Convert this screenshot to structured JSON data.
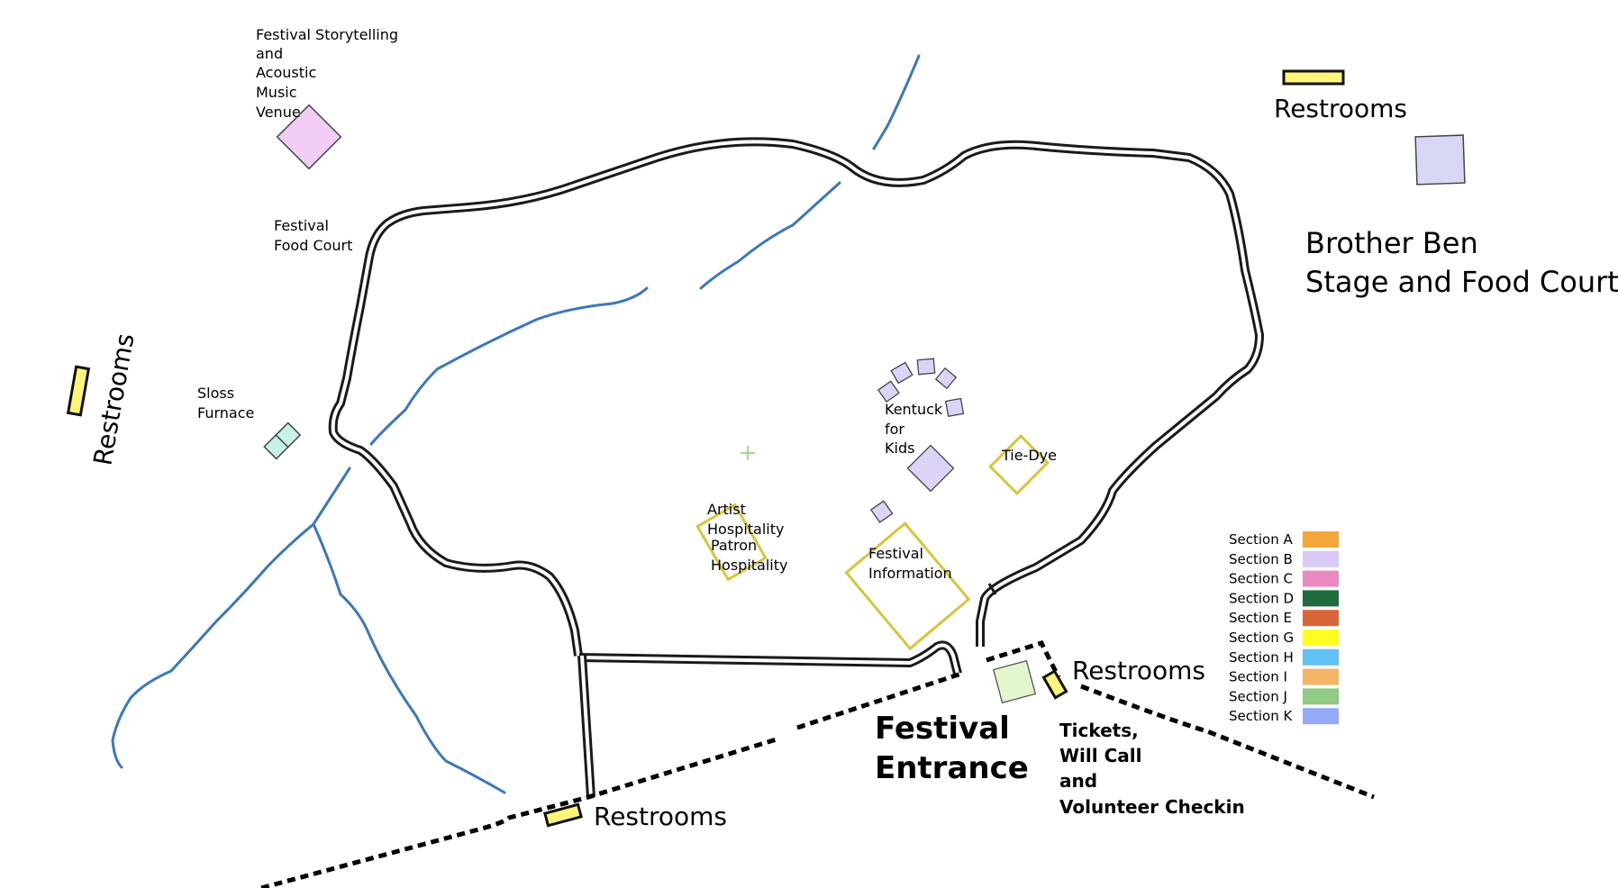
{
  "venues": {
    "storytelling": [
      "Festival Storytelling",
      "and",
      "Acoustic",
      "Music",
      "Venue"
    ],
    "food_court": [
      "Festival",
      "Food Court"
    ],
    "sloss": [
      "Sloss",
      "Furnace"
    ],
    "brother_ben": [
      "Brother Ben",
      "Stage and Food Court"
    ],
    "kentuck": [
      "Kentuck",
      "for",
      "Kids"
    ],
    "tie_dye": "Tie-Dye",
    "artist_hosp": [
      "Artist",
      "Hospitality"
    ],
    "patron_hosp": [
      "Patron",
      "Hospitality"
    ],
    "festival_info": [
      "Festival",
      "Information"
    ],
    "entrance": [
      "Festival",
      "Entrance"
    ],
    "tickets": [
      "Tickets,",
      "Will Call",
      "and",
      "Volunteer Checkin"
    ]
  },
  "restrooms": {
    "top_right": "Restrooms",
    "left": "Restrooms",
    "bottom": "Restrooms",
    "entrance": "Restrooms"
  },
  "legend": [
    {
      "label": "Section A",
      "color": "#f4a53c"
    },
    {
      "label": "Section B",
      "color": "#d9c9f4"
    },
    {
      "label": "Section C",
      "color": "#e98bc0"
    },
    {
      "label": "Section D",
      "color": "#1f6b3c"
    },
    {
      "label": "Section E",
      "color": "#d9653b"
    },
    {
      "label": "Section G",
      "color": "#ffff22"
    },
    {
      "label": "Section H",
      "color": "#62c1f3"
    },
    {
      "label": "Section I",
      "color": "#f5b566"
    },
    {
      "label": "Section J",
      "color": "#8fcb85"
    },
    {
      "label": "Section K",
      "color": "#93aaf8"
    }
  ],
  "colors": {
    "road": "#1a1a1a",
    "creek": "#3a78b8",
    "restroom": "#fff57a",
    "stage": "#d8d8f6",
    "venue": "#f2cdf6",
    "kids": "#dcd3f7",
    "outline_yellow": "#d6c63a",
    "tickets_box": "#e3f7cf",
    "sloss": "#c8f0ea"
  }
}
